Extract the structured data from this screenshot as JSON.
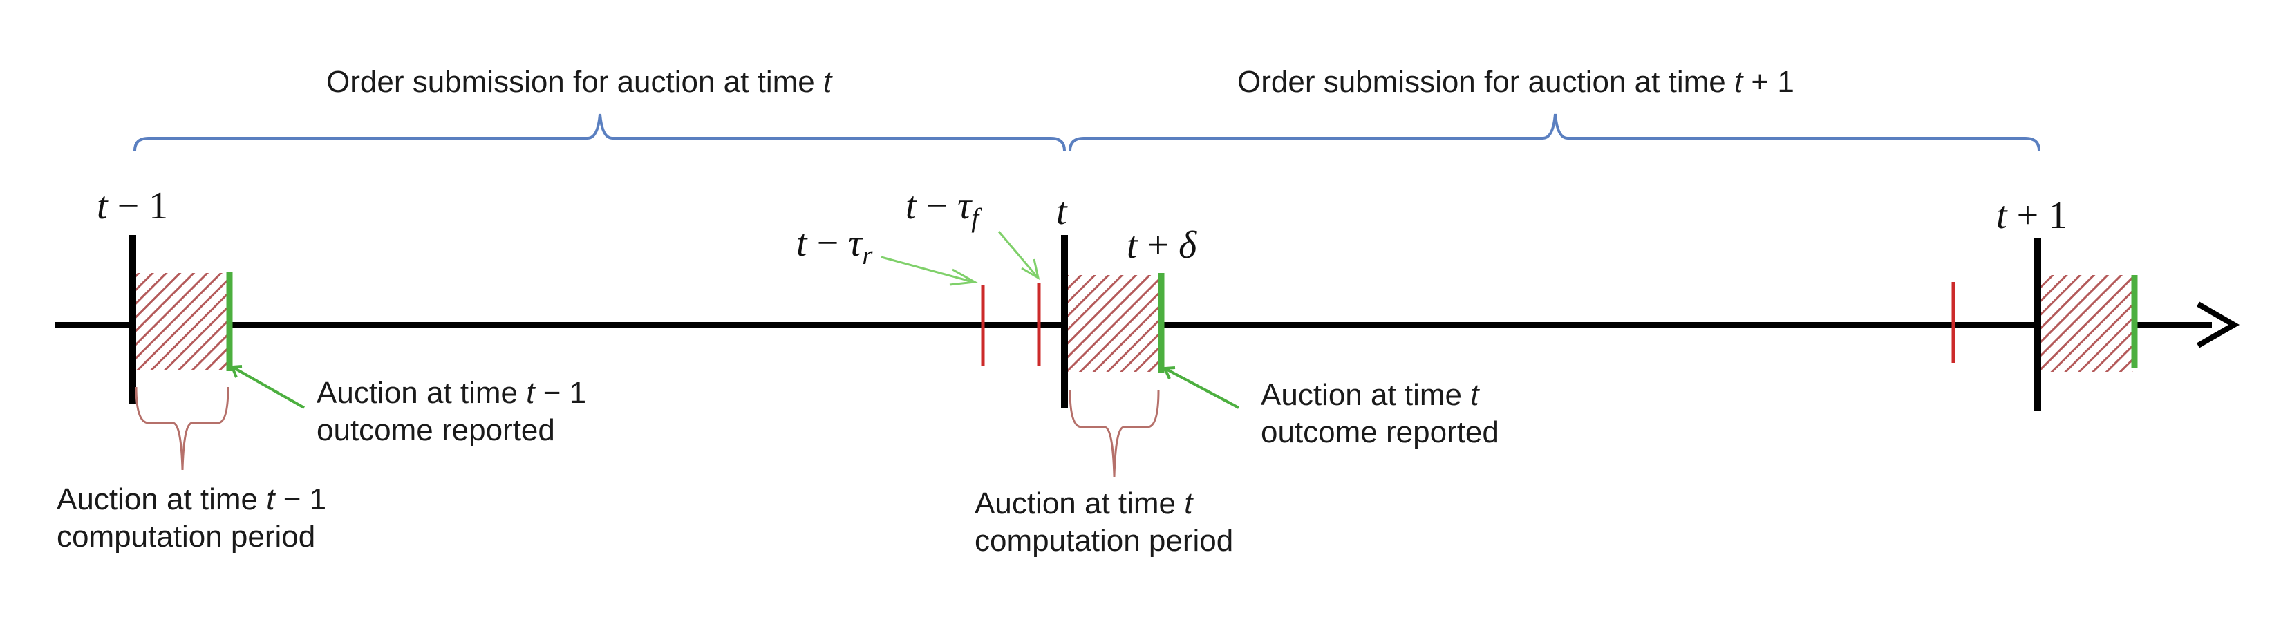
{
  "brackets": {
    "top_left": {
      "text": "Order submission for auction at time",
      "var": "t",
      "suffix": ""
    },
    "top_right": {
      "text": "Order submission for auction at time",
      "var": "t",
      "suffix": " + 1"
    }
  },
  "time_marks": {
    "t_minus_1": {
      "var": "t",
      "op": " − 1"
    },
    "t": {
      "var": "t"
    },
    "t_plus_delta": {
      "var": "t",
      "op": " + ",
      "var2": "δ"
    },
    "t_plus_1": {
      "var": "t",
      "op": " + 1"
    },
    "t_minus_tau_r": {
      "var": "t",
      "op": " − ",
      "var2": "τ",
      "sub": "r"
    },
    "t_minus_tau_f": {
      "var": "t",
      "op": " − ",
      "var2": "τ",
      "sub": "f"
    }
  },
  "annotations": {
    "outcome_prev": {
      "line1_text": "Auction at time ",
      "line1_var": "t",
      "line1_suffix": " − 1",
      "line2": "outcome reported"
    },
    "outcome_curr": {
      "line1_text": "Auction at time ",
      "line1_var": "t",
      "line1_suffix": "",
      "line2": "outcome reported"
    },
    "computation_prev": {
      "line1_text": "Auction at time ",
      "line1_var": "t",
      "line1_suffix": " − 1",
      "line2": "computation period"
    },
    "computation_curr": {
      "line1_text": "Auction at time ",
      "line1_var": "t",
      "line1_suffix": "",
      "line2": "computation period"
    }
  },
  "colors": {
    "axis": "#000000",
    "bracket_blue": "#5a7fc0",
    "bracket_brown": "#b5706a",
    "hatch_red": "#b45a5a",
    "green": "#4caf3f",
    "green_arrow": "#7fd06a",
    "red_tick": "#cc2a2a"
  }
}
